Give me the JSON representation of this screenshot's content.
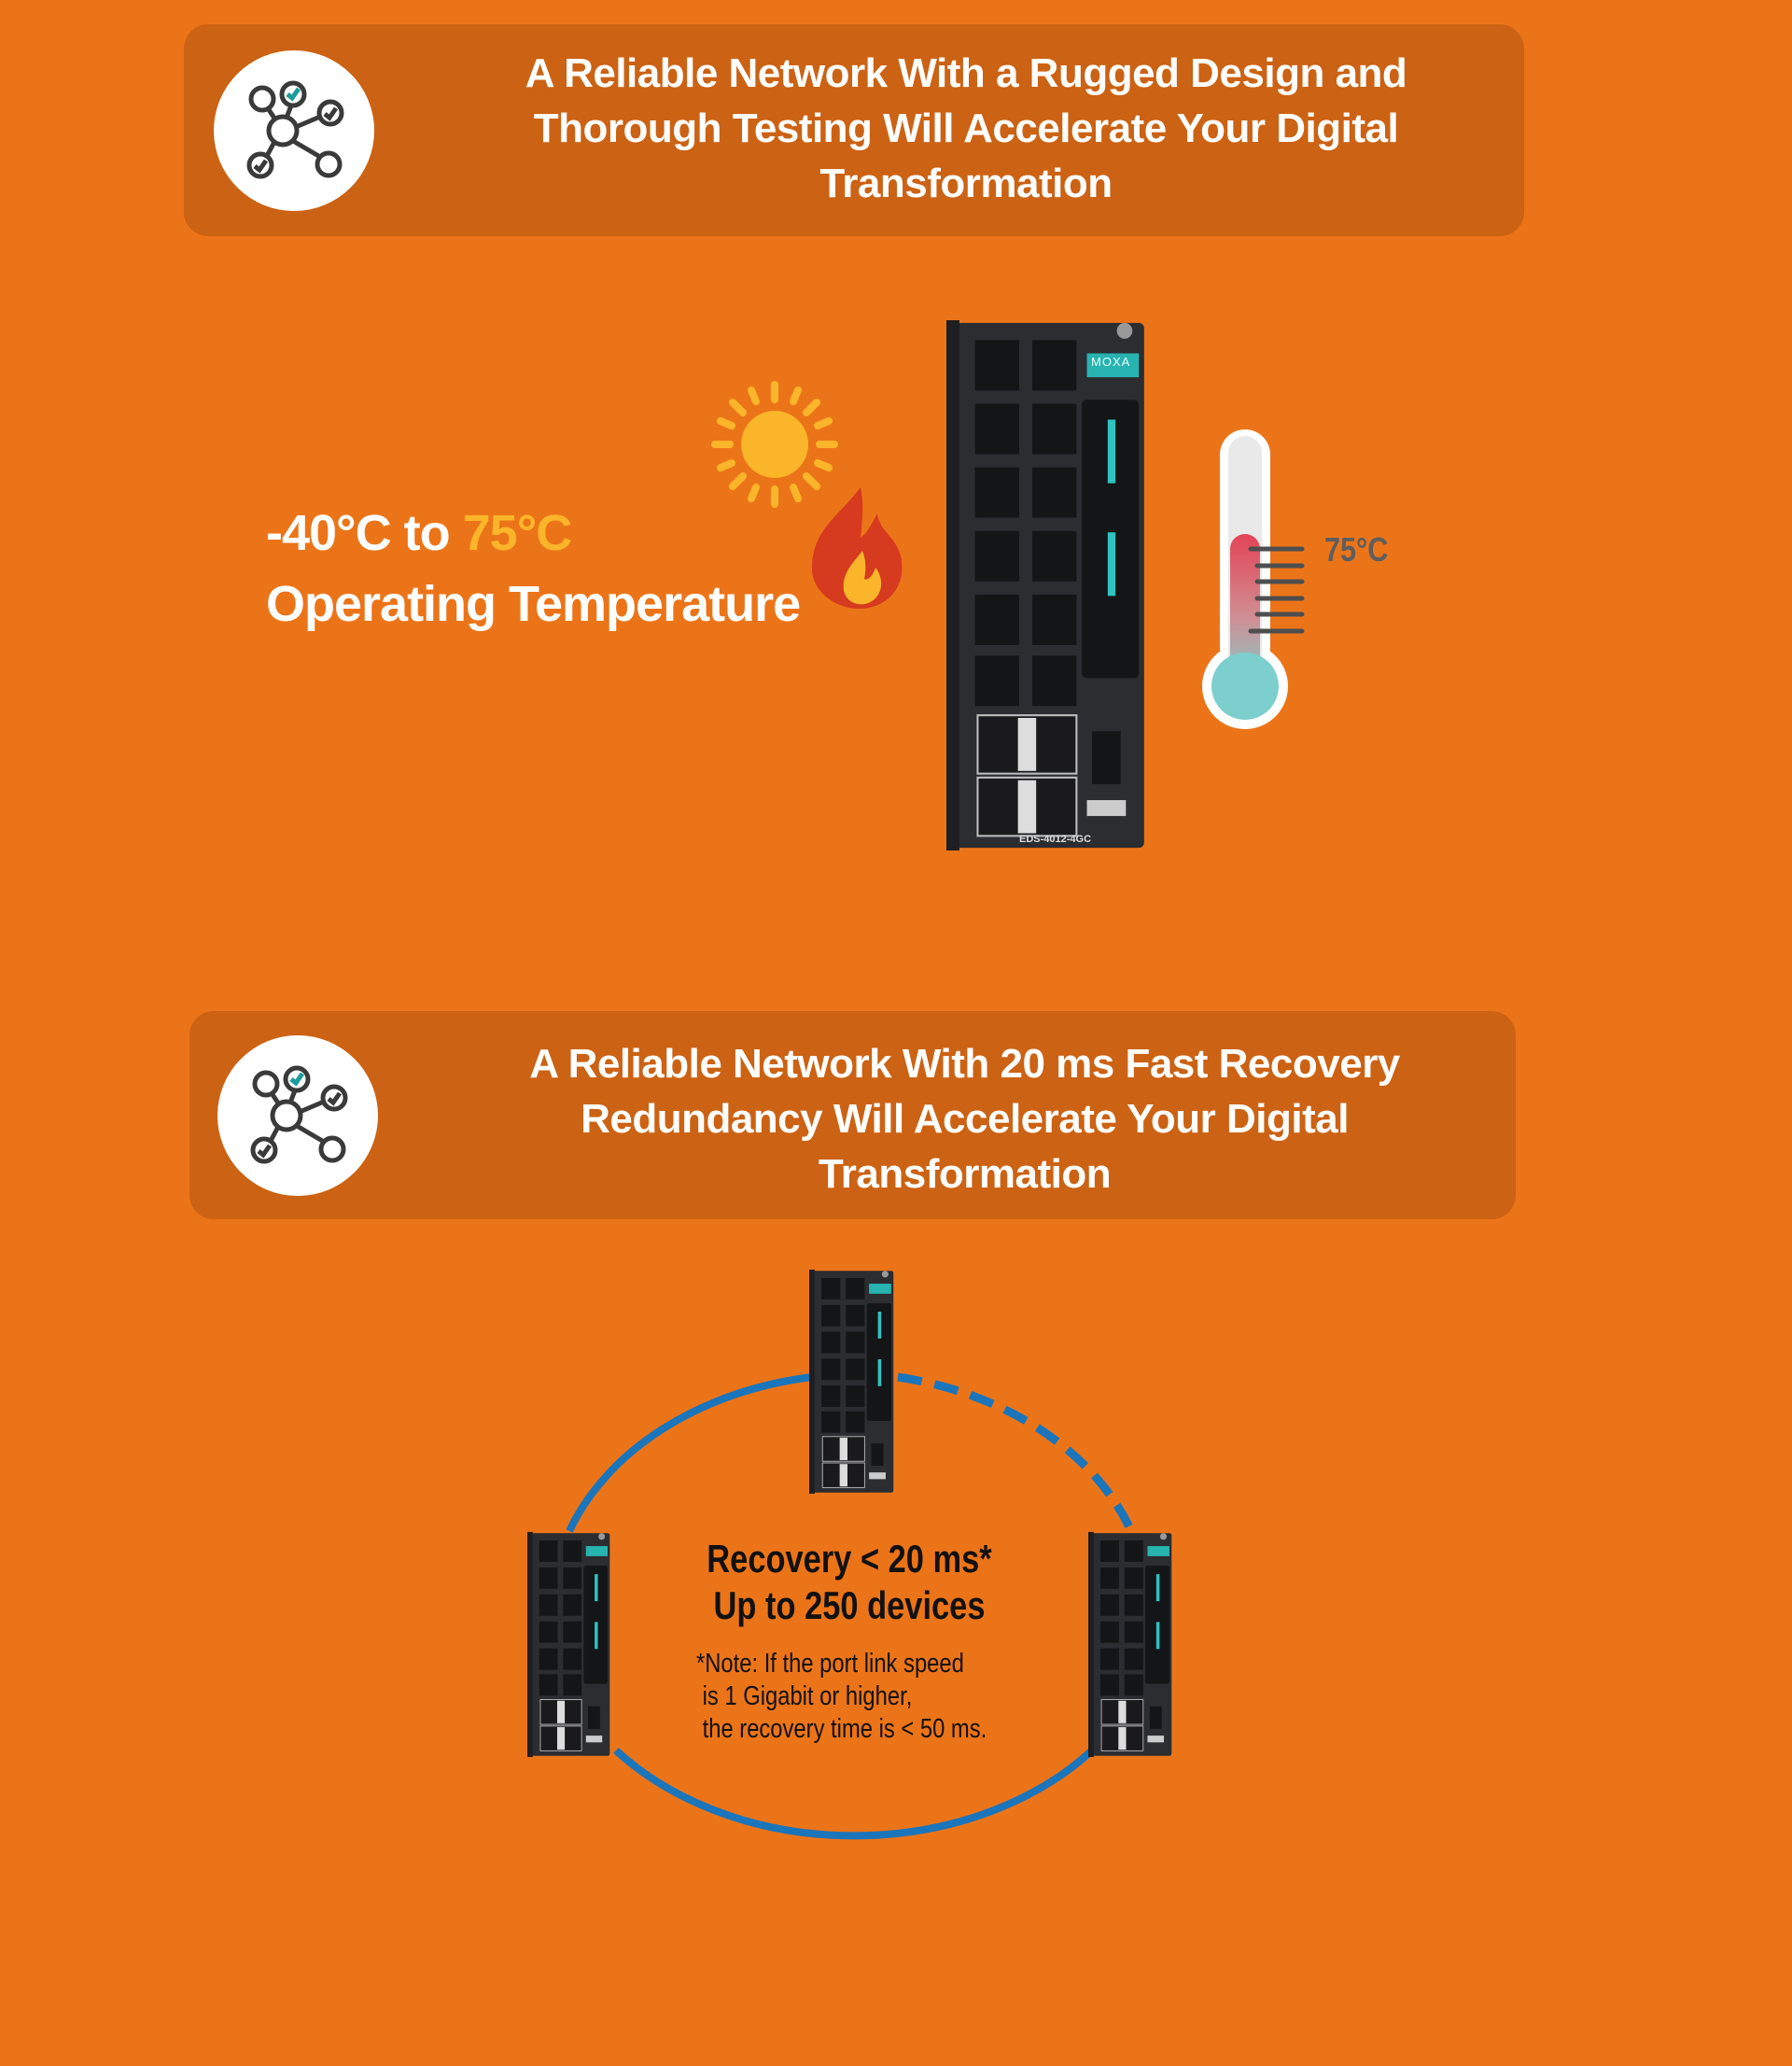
{
  "banners": [
    {
      "title": "A Reliable Network With a Rugged Design and Thorough Testing Will Accelerate Your Digital Transformation",
      "icon": "network-check-icon"
    },
    {
      "title": "A Reliable Network With 20 ms Fast Recovery Redundancy Will Accelerate Your Digital Transformation",
      "icon": "network-check-icon"
    }
  ],
  "temperature": {
    "low": "-40°C to ",
    "high": "75°C",
    "caption": "Operating Temperature",
    "thermometer_label": "75°C"
  },
  "device": {
    "brand": "MOXA",
    "model": "EDS-4012-4GC"
  },
  "redundancy": {
    "headline1": "Recovery < 20 ms*",
    "headline2": "Up to 250 devices",
    "note": [
      "*Note: If the port link speed",
      " is 1 Gigabit or higher,",
      " the recovery time is < 50 ms."
    ]
  },
  "colors": {
    "background": "#ec7418",
    "banner": "#cc6213",
    "highlight": "#fbb52a",
    "ring": "#1b75bb"
  }
}
